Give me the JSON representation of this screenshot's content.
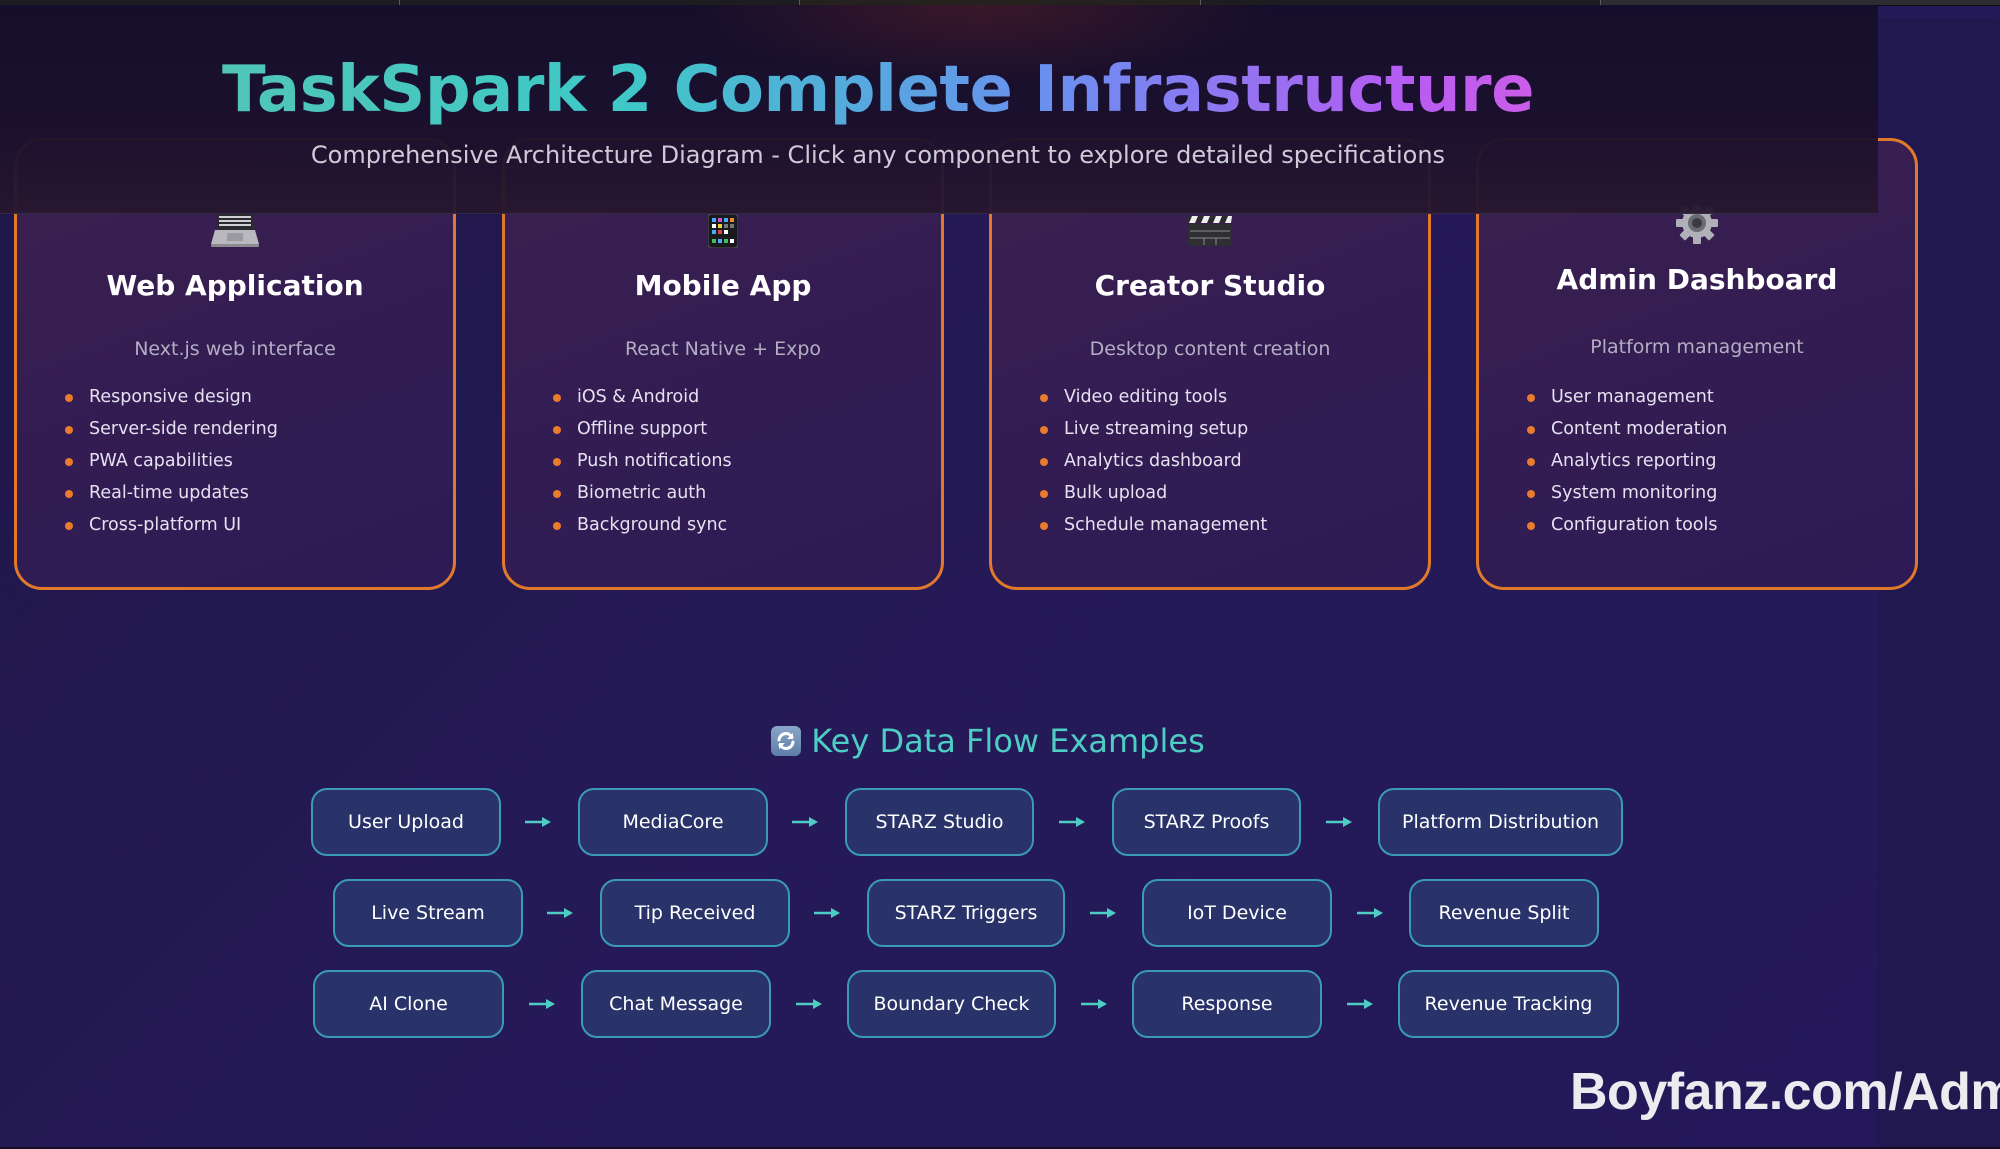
{
  "browser_strip": {
    "segments": 5,
    "active_segment": 4
  },
  "header": {
    "title": "TaskSpark 2 Complete Infrastructure",
    "subtitle": "Comprehensive Architecture Diagram - Click any component to explore detailed specifications"
  },
  "colors": {
    "card_border": "#e07a2a",
    "bullet": "#e87c2c",
    "accent_teal": "#4ecdc4",
    "flow_node_border": "#3a9ab8",
    "flow_node_fill": "#29336a",
    "background": "#23184f",
    "title_gradient": [
      "#5cc3b0",
      "#3ec9c6",
      "#6a8ff0",
      "#b65cf2",
      "#ef5fd8"
    ]
  },
  "cards": [
    {
      "icon": "laptop-icon",
      "title": "Web Application",
      "subtitle": "Next.js web interface",
      "features": [
        "Responsive design",
        "Server-side rendering",
        "PWA capabilities",
        "Real-time updates",
        "Cross-platform UI"
      ]
    },
    {
      "icon": "mobile-phone-icon",
      "title": "Mobile App",
      "subtitle": "React Native + Expo",
      "features": [
        "iOS & Android",
        "Offline support",
        "Push notifications",
        "Biometric auth",
        "Background sync"
      ]
    },
    {
      "icon": "clapper-board-icon",
      "title": "Creator Studio",
      "subtitle": "Desktop content creation",
      "features": [
        "Video editing tools",
        "Live streaming setup",
        "Analytics dashboard",
        "Bulk upload",
        "Schedule management"
      ]
    },
    {
      "icon": "gear-icon",
      "title": "Admin Dashboard",
      "subtitle": "Platform management",
      "features": [
        "User management",
        "Content moderation",
        "Analytics reporting",
        "System monitoring",
        "Configuration tools"
      ]
    }
  ],
  "data_flow": {
    "icon": "refresh-icon",
    "heading": "Key Data Flow Examples",
    "arrow": "→",
    "rows": [
      [
        "User Upload",
        "MediaCore",
        "STARZ Studio",
        "STARZ Proofs",
        "Platform Distribution"
      ],
      [
        "Live Stream",
        "Tip Received",
        "STARZ Triggers",
        "IoT Device",
        "Revenue Split"
      ],
      [
        "AI Clone",
        "Chat Message",
        "Boundary Check",
        "Response",
        "Revenue Tracking"
      ]
    ]
  },
  "watermark": "Boyfanz.com/Admin"
}
